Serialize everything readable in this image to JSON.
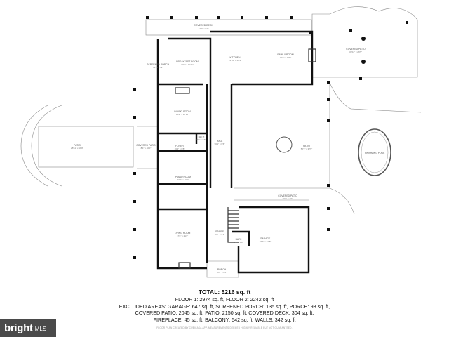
{
  "rooms": [
    {
      "id": "covered-deck",
      "name": "COVERED DECK",
      "dim": "17'0\" x 6'1\""
    },
    {
      "id": "screened-porch",
      "name": "SCREENED PORCH",
      "dim": "7'1\" x 17'9\""
    },
    {
      "id": "breakfast-room",
      "name": "BREAKFAST ROOM",
      "dim": "14'3\" x 11'11\""
    },
    {
      "id": "kitchen",
      "name": "KITCHEN",
      "dim": "21'10\" x 19'9\""
    },
    {
      "id": "family-room",
      "name": "FAMILY ROOM",
      "dim": "20'3\" x 14'5\""
    },
    {
      "id": "covered-patio-top",
      "name": "COVERED PATIO",
      "dim": "30'11\" x 26'5\""
    },
    {
      "id": "dining-room",
      "name": "DINING ROOM",
      "dim": "16'2\" x 16'11\""
    },
    {
      "id": "patio-left",
      "name": "PATIO",
      "dim": "28'11\" x 19'8\""
    },
    {
      "id": "covered-patio-left",
      "name": "COVERED PATIO",
      "dim": "8'1\" x 40'0\""
    },
    {
      "id": "foyer",
      "name": "FOYER",
      "dim": "16'2\" x 6'8\""
    },
    {
      "id": "bath-upper",
      "name": "BATH",
      "dim": "5'0\" x 5'6\""
    },
    {
      "id": "hall",
      "name": "HALL",
      "dim": "56'1\" x 6'6\""
    },
    {
      "id": "patio-center",
      "name": "PATIO",
      "dim": "50'3\" x 37'0\""
    },
    {
      "id": "swimming-pool",
      "name": "SWIMMING POOL",
      "dim": ""
    },
    {
      "id": "piano-room",
      "name": "PIANO ROOM",
      "dim": "16'2\" x 16'1\""
    },
    {
      "id": "covered-patio-bottom",
      "name": "COVERED PATIO",
      "dim": "30'3\" x 7'9\""
    },
    {
      "id": "living-room",
      "name": "LIVING ROOM",
      "dim": "17'8\" x 21'2\""
    },
    {
      "id": "stairs",
      "name": "STAIRS",
      "dim": "11'7\" x 3'1\""
    },
    {
      "id": "bath-lower",
      "name": "BATH",
      "dim": "6'4\" x 5'8\""
    },
    {
      "id": "garage",
      "name": "GARAGE",
      "dim": "27'7\" x 24'8\""
    },
    {
      "id": "porch",
      "name": "PORCH",
      "dim": "11'6\" x 6'0\""
    }
  ],
  "summary": {
    "total": "TOTAL: 5216 sq. ft",
    "floors": "FLOOR 1: 2974 sq. ft, FLOOR 2: 2242 sq. ft",
    "excluded_1": "EXCLUDED AREAS: GARAGE: 647 sq. ft, SCREENED PORCH: 135 sq. ft, PORCH: 93 sq. ft,",
    "excluded_2": "COVERED PATIO: 2045 sq. ft, PATIO: 2150 sq. ft, COVERED DECK: 304 sq. ft,",
    "excluded_3": "FIREPLACE: 45 sq. ft, BALCONY: 542 sq. ft, WALLS: 342 sq. ft"
  },
  "disclaimer": "FLOOR PLAN CREATED BY CUBICASA APP. MEASUREMENTS DEEMED HIGHLY RELIABLE BUT NOT GUARANTEED.",
  "logo": {
    "brand": "bright",
    "suffix": "MLS"
  }
}
